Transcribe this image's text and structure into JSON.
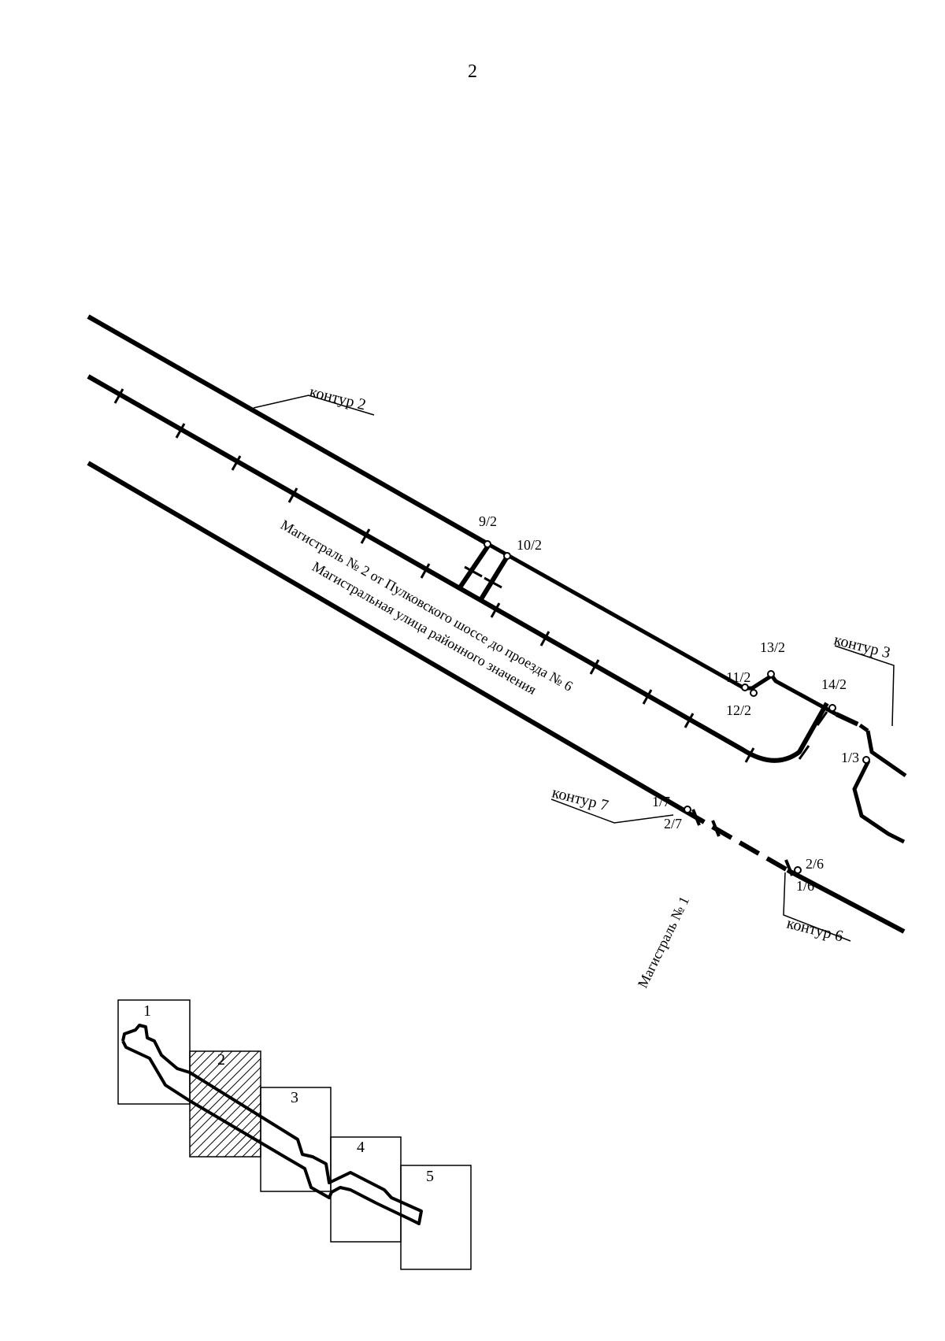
{
  "page": {
    "number": "2"
  },
  "contours": {
    "c2": "контур 2",
    "c3": "контур 3",
    "c6": "контур 6",
    "c7": "контур 7"
  },
  "points": {
    "p9_2": "9/2",
    "p10_2": "10/2",
    "p11_2": "11/2",
    "p12_2": "12/2",
    "p13_2": "13/2",
    "p14_2": "14/2",
    "p1_3": "1/3",
    "p1_7": "1/7",
    "p2_7": "2/7",
    "p2_6": "2/6",
    "p1_6": "1/6"
  },
  "roads": {
    "main2": "Магистраль № 2 от Пулковского шоссе до проезда № 6",
    "main2_sub": "Магистральная улица районного значения",
    "main1": "Магистраль № 1"
  },
  "key_map": {
    "sheets": [
      "1",
      "2",
      "3",
      "4",
      "5"
    ],
    "highlighted_sheet": "2"
  },
  "colors": {
    "line": "#000000",
    "background": "#ffffff"
  }
}
